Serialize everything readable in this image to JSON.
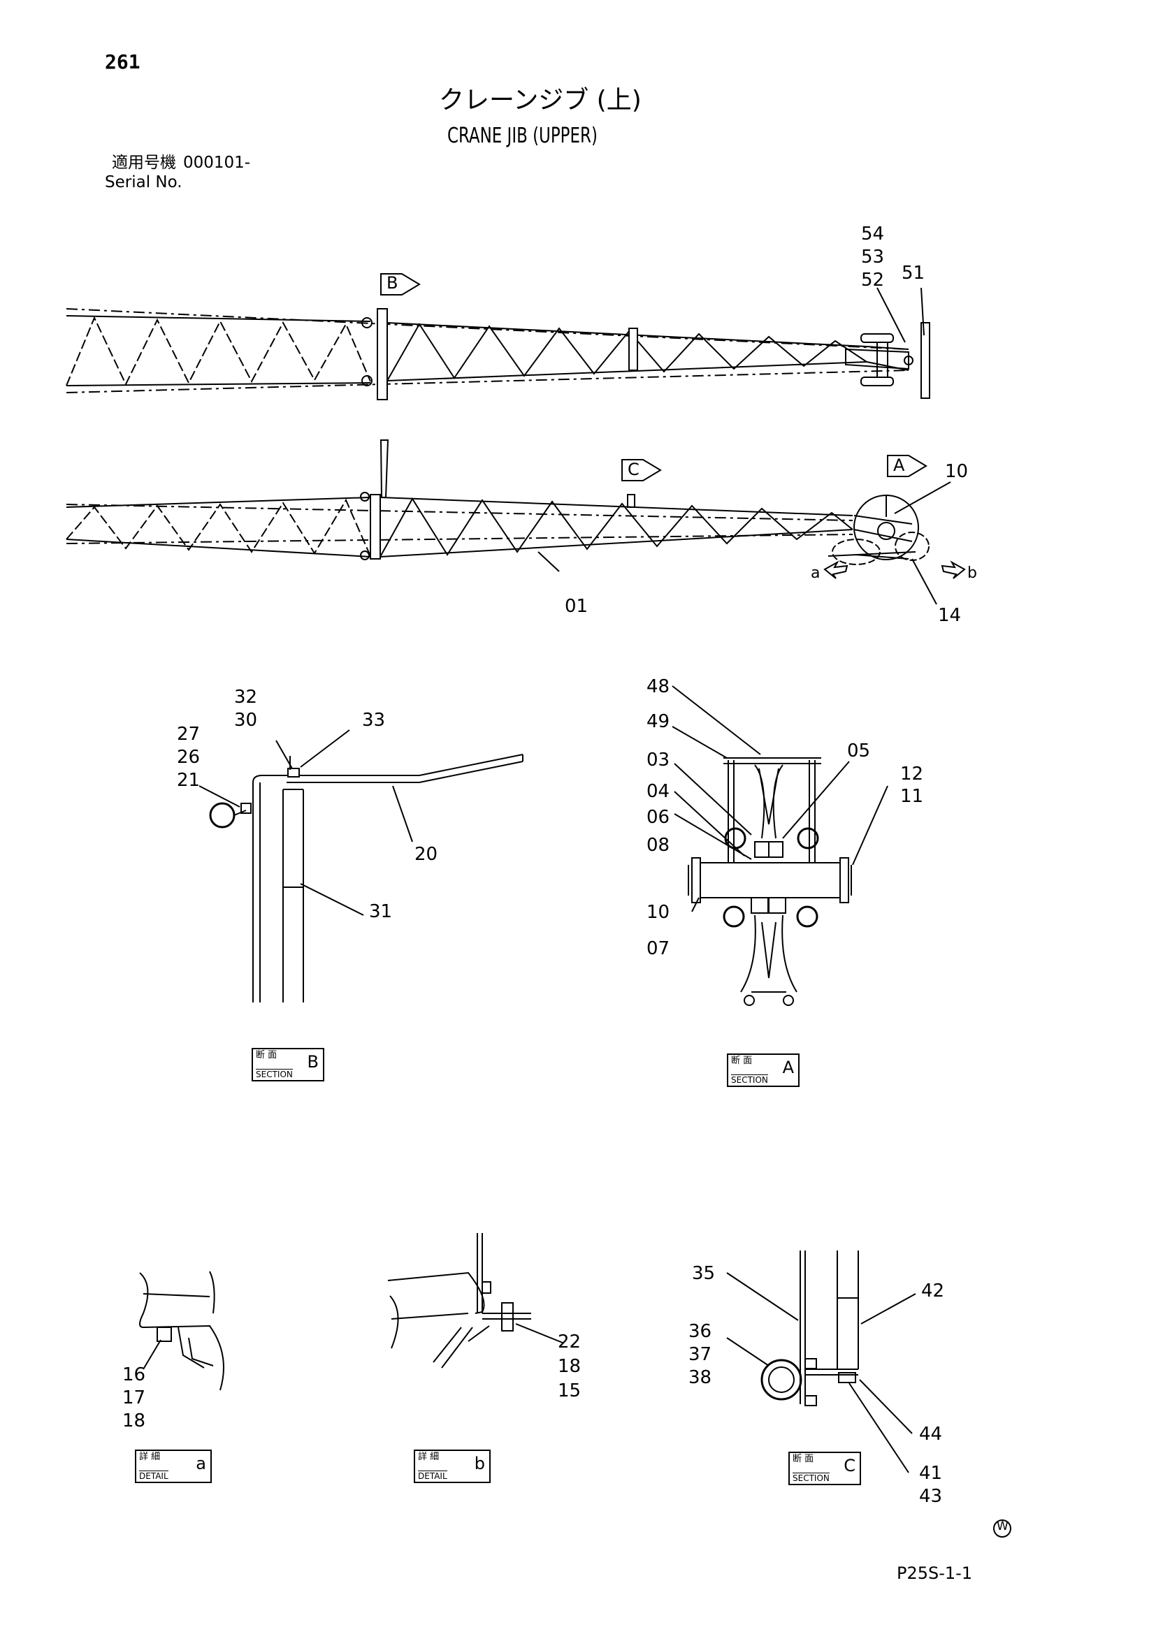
{
  "page_number": "261",
  "title_jp": "クレーンジブ (上)",
  "title_en": "CRANE JIB (UPPER)",
  "serial_label_jp": "適用号機",
  "serial_value": "000101-",
  "serial_label_en": "Serial No.",
  "view_markers": [
    "B",
    "C",
    "A"
  ],
  "detail_labels": [
    "a",
    "b"
  ],
  "callouts": {
    "c54": "54",
    "c53": "53",
    "c52": "52",
    "c51": "51",
    "c10_top": "10",
    "c01": "01",
    "c14": "14",
    "c32": "32",
    "c30": "30",
    "c33": "33",
    "c27": "27",
    "c26": "26",
    "c21": "21",
    "c20": "20",
    "c31": "31",
    "c48": "48",
    "c49": "49",
    "c03": "03",
    "c04": "04",
    "c05": "05",
    "c06": "06",
    "c08": "08",
    "c12": "12",
    "c11": "11",
    "c10_a": "10",
    "c07": "07",
    "c16": "16",
    "c17": "17",
    "c18_a": "18",
    "c22": "22",
    "c18_b": "18",
    "c15": "15",
    "c35": "35",
    "c42": "42",
    "c36": "36",
    "c37": "37",
    "c38": "38",
    "c44": "44",
    "c41": "41",
    "c43": "43"
  },
  "section_boxes": [
    {
      "kanji": "断 面",
      "word": "SECTION",
      "letter": "B"
    },
    {
      "kanji": "断 面",
      "word": "SECTION",
      "letter": "A"
    },
    {
      "kanji": "詳 細",
      "word": "DETAIL",
      "letter": "a"
    },
    {
      "kanji": "詳 細",
      "word": "DETAIL",
      "letter": "b"
    },
    {
      "kanji": "断 面",
      "word": "SECTION",
      "letter": "C"
    }
  ],
  "mark_w": "W",
  "drawing_number": "P25S-1-1"
}
